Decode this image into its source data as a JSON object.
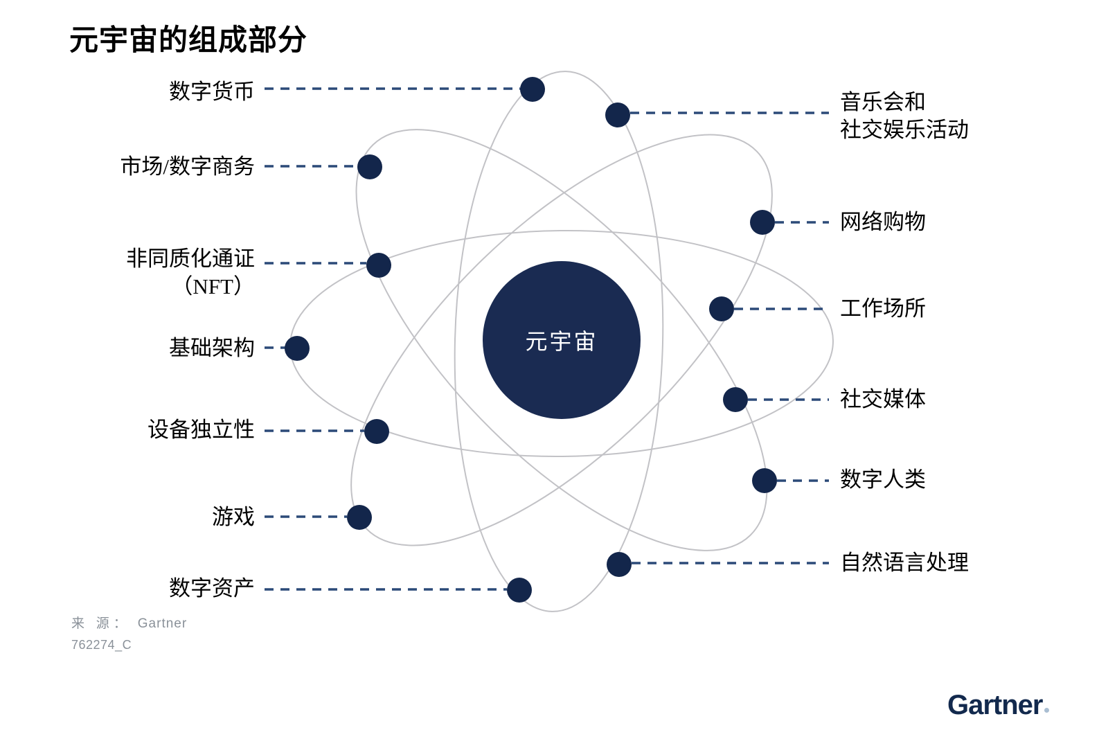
{
  "title": "元宇宙的组成部分",
  "center": {
    "label": "元宇宙"
  },
  "left_nodes": [
    {
      "label": "数字货币"
    },
    {
      "label": "市场/数字商务"
    },
    {
      "label": "非同质化通证",
      "label_line2": "（NFT）"
    },
    {
      "label": "基础架构"
    },
    {
      "label": "设备独立性"
    },
    {
      "label": "游戏"
    },
    {
      "label": "数字资产"
    }
  ],
  "right_nodes": [
    {
      "label": "音乐会和",
      "label_line2": "社交娱乐活动"
    },
    {
      "label": "网络购物"
    },
    {
      "label": "工作场所"
    },
    {
      "label": "社交媒体"
    },
    {
      "label": "数字人类"
    },
    {
      "label": "自然语言处理"
    }
  ],
  "source": {
    "prefix": "来 源：",
    "name": "Gartner"
  },
  "doc_code": "762274_C",
  "logo": {
    "text": "Gartner"
  },
  "colors": {
    "node_dot": "#13264b",
    "center_fill": "#1a2b52",
    "center_text": "#ffffff",
    "connector_dash": "#2c4a78",
    "orbit_line": "#c2c2c6",
    "label_text": "#000000",
    "source_text": "#8a9199",
    "logo_text": "#12294d"
  }
}
